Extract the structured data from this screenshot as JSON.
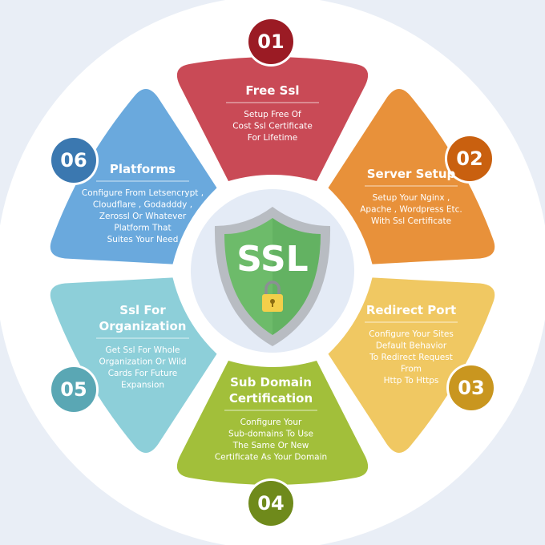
{
  "center": {
    "badge_text": "SSL",
    "lock_icon": "padlock-icon",
    "shield_icon": "shield-icon"
  },
  "steps": [
    {
      "number": "01",
      "title": [
        "Free Ssl"
      ],
      "description": [
        "Setup Free Of",
        "Cost Ssl Certificate",
        "For Lifetime"
      ],
      "petal_color": "#c94a56",
      "circle_color": "#9b1b24"
    },
    {
      "number": "02",
      "title": [
        "Server Setup"
      ],
      "description": [
        "Setup Your Nginx ,",
        "Apache , Wordpress Etc.",
        "With Ssl Certificate"
      ],
      "petal_color": "#e8913a",
      "circle_color": "#c9600f"
    },
    {
      "number": "03",
      "title": [
        "Redirect Port"
      ],
      "description": [
        "Configure Your Sites",
        "Default Behavior",
        "To Redirect Request",
        "From",
        "Http To Https"
      ],
      "petal_color": "#f0c862",
      "circle_color": "#c9961f"
    },
    {
      "number": "04",
      "title": [
        "Sub Domain",
        "Certification"
      ],
      "description": [
        "Configure Your",
        "Sub-domains To Use",
        "The Same Or New",
        "Certificate As Your Domain"
      ],
      "petal_color": "#a2bf3a",
      "circle_color": "#6f8a1b"
    },
    {
      "number": "05",
      "title": [
        "Ssl For",
        "Organization"
      ],
      "description": [
        "Get Ssl For Whole",
        "Organization Or Wild",
        "Cards For Future",
        "Expansion"
      ],
      "petal_color": "#8dcfd9",
      "circle_color": "#5aa7b4"
    },
    {
      "number": "06",
      "title": [
        "Platforms"
      ],
      "description": [
        "Configure From Letsencrypt ,",
        "Cloudflare , Godadddy ,",
        "Zerossl Or Whatever",
        "Platform That",
        "Suites Your Need"
      ],
      "petal_color": "#6aa9dd",
      "circle_color": "#3b78b0"
    }
  ]
}
